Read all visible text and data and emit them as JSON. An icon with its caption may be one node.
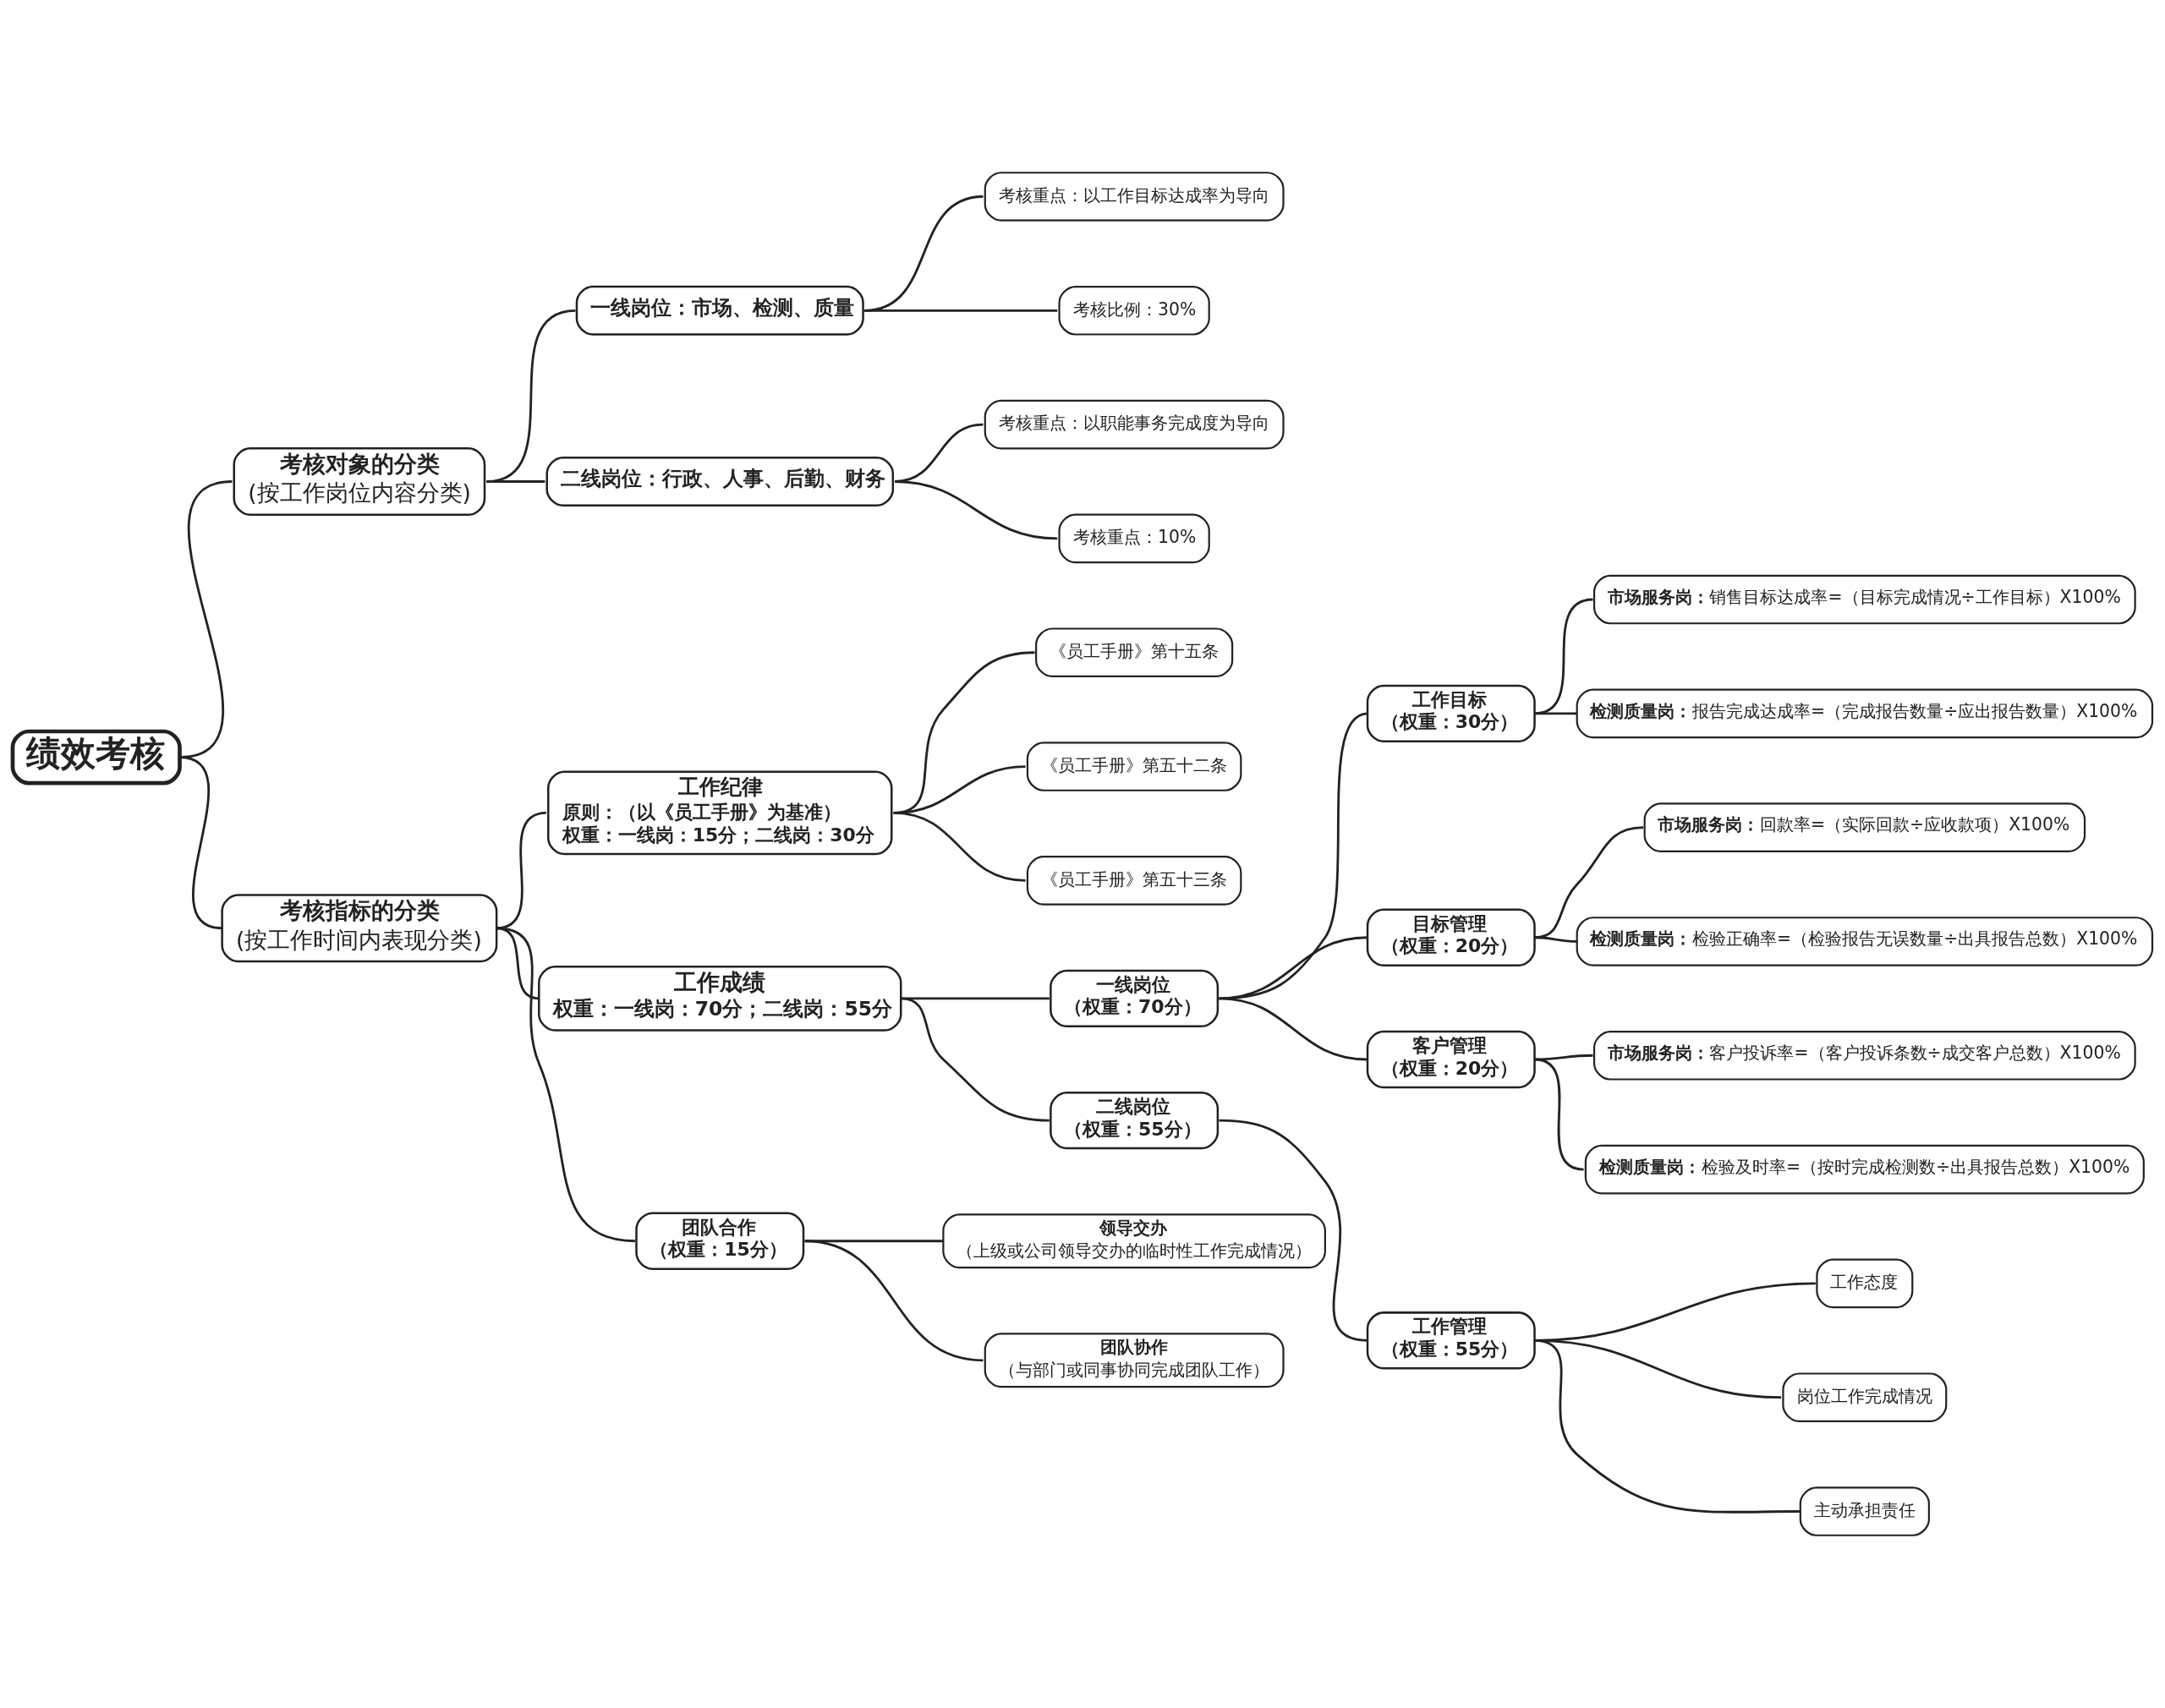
{
  "diagram": {
    "nodes": [
      {
        "text": [
          "绩效考核"
        ]
      },
      {
        "text": [
          "考核对象的分类",
          "(按工作岗位内容分类)"
        ]
      },
      {
        "text": [
          "一线岗位：市场、检测、质量"
        ]
      },
      {
        "text": [
          "考核重点：以工作目标达成率为导向"
        ]
      },
      {
        "text": [
          "考核比例：30%"
        ]
      },
      {
        "text": [
          "二线岗位：行政、人事、后勤、财务"
        ]
      },
      {
        "text": [
          "考核重点：以职能事务完成度为导向"
        ]
      },
      {
        "text": [
          "考核重点：10%"
        ]
      },
      {
        "text": [
          "考核指标的分类",
          "(按工作时间内表现分类)"
        ]
      },
      {
        "text": [
          "工作纪律",
          "原则：（以《员工手册》为基准）",
          "权重：一线岗：15分；二线岗：30分"
        ]
      },
      {
        "text": [
          "《员工手册》第十五条"
        ]
      },
      {
        "text": [
          "《员工手册》第五十二条"
        ]
      },
      {
        "text": [
          "《员工手册》第五十三条"
        ]
      },
      {
        "text": [
          "工作成绩",
          "权重：一线岗：70分；二线岗：55分"
        ]
      },
      {
        "text": [
          "一线岗位",
          "（权重：70分）"
        ]
      },
      {
        "text": [
          "工作目标",
          "（权重：30分）"
        ]
      },
      {
        "text": [
          "**市场服务岗：**销售目标达成率=（目标完成情况÷工作目标）X100%"
        ]
      },
      {
        "text": [
          "**检测质量岗：**报告完成达成率=（完成报告数量÷应出报告数量）X100%"
        ]
      },
      {
        "text": [
          "目标管理",
          "（权重：20分）"
        ]
      },
      {
        "text": [
          "**市场服务岗：**回款率=（实际回款÷应收款项）X100%"
        ]
      },
      {
        "text": [
          "**检测质量岗：**检验正确率=（检验报告无误数量÷出具报告总数）X100%"
        ]
      },
      {
        "text": [
          "客户管理",
          "（权重：20分）"
        ]
      },
      {
        "text": [
          "**市场服务岗：**客户投诉率=（客户投诉条数÷成交客户总数）X100%"
        ]
      },
      {
        "text": [
          "**检测质量岗：**检验及时率=（按时完成检测数÷出具报告总数）X100%"
        ]
      },
      {
        "text": [
          "二线岗位",
          "（权重：55分）"
        ]
      },
      {
        "text": [
          "工作管理",
          "（权重：55分）"
        ]
      },
      {
        "text": [
          "工作态度"
        ]
      },
      {
        "text": [
          "岗位工作完成情况"
        ]
      },
      {
        "text": [
          "主动承担责任"
        ]
      },
      {
        "text": [
          "团队合作",
          "（权重：15分）"
        ]
      },
      {
        "text": [
          "领导交办",
          "（上级或公司领导交办的临时性工作完成情况）"
        ]
      },
      {
        "text": [
          "团队协作",
          "（与部门或同事协同完成团队工作）"
        ]
      }
    ],
    "edges": [
      {
        "from": 0,
        "to": 1,
        "arrow": "none"
      },
      {
        "from": 1,
        "to": 2,
        "arrow": "none"
      },
      {
        "from": 2,
        "to": 3,
        "arrow": "none"
      },
      {
        "from": 2,
        "to": 4,
        "arrow": "none"
      },
      {
        "from": 1,
        "to": 5,
        "arrow": "none"
      },
      {
        "from": 5,
        "to": 6,
        "arrow": "none"
      },
      {
        "from": 5,
        "to": 7,
        "arrow": "none"
      },
      {
        "from": 0,
        "to": 8,
        "arrow": "none"
      },
      {
        "from": 8,
        "to": 9,
        "arrow": "none"
      },
      {
        "from": 9,
        "to": 10,
        "arrow": "none"
      },
      {
        "from": 9,
        "to": 11,
        "arrow": "none"
      },
      {
        "from": 9,
        "to": 12,
        "arrow": "none"
      },
      {
        "from": 8,
        "to": 13,
        "arrow": "none"
      },
      {
        "from": 13,
        "to": 14,
        "arrow": "none"
      },
      {
        "from": 14,
        "to": 15,
        "arrow": "none"
      },
      {
        "from": 15,
        "to": 16,
        "arrow": "none"
      },
      {
        "from": 15,
        "to": 17,
        "arrow": "none"
      },
      {
        "from": 14,
        "to": 18,
        "arrow": "none"
      },
      {
        "from": 18,
        "to": 19,
        "arrow": "none"
      },
      {
        "from": 18,
        "to": 20,
        "arrow": "none"
      },
      {
        "from": 14,
        "to": 21,
        "arrow": "none"
      },
      {
        "from": 21,
        "to": 22,
        "arrow": "none"
      },
      {
        "from": 21,
        "to": 23,
        "arrow": "none"
      },
      {
        "from": 13,
        "to": 24,
        "arrow": "none"
      },
      {
        "from": 24,
        "to": 25,
        "arrow": "none"
      },
      {
        "from": 25,
        "to": 26,
        "arrow": "none"
      },
      {
        "from": 25,
        "to": 27,
        "arrow": "none"
      },
      {
        "from": 25,
        "to": 28,
        "arrow": "none"
      },
      {
        "from": 8,
        "to": 29,
        "arrow": "none"
      },
      {
        "from": 29,
        "to": 30,
        "arrow": "none"
      },
      {
        "from": 29,
        "to": 31,
        "arrow": "none"
      }
    ]
  }
}
